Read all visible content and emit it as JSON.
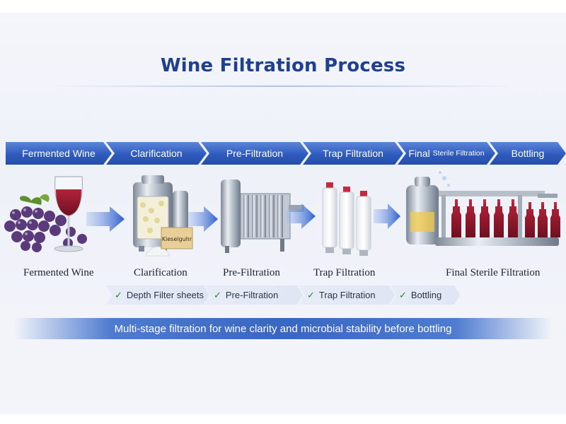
{
  "title": "Wine Filtration Process",
  "steps": [
    {
      "label": "Fermented Wine"
    },
    {
      "label": "Clarification"
    },
    {
      "label": "Pre-Filtration"
    },
    {
      "label": "Trap Filtration"
    },
    {
      "label_main": "Final",
      "label_small": "Sterile Filtration"
    },
    {
      "label": "Bottling"
    }
  ],
  "stage_labels": [
    "Fermented Wine",
    "Clarification",
    "Pre-Filtration",
    "Trap Filtration",
    "Final Sterile Filtration"
  ],
  "sub_items": [
    "Depth Filter sheets",
    "Pre-Filtration",
    "Trap Filtration",
    "Bottling"
  ],
  "box_label": "Kieselguhr",
  "footer": "Multi-stage filtration for wine clarity and microbial stability before bottling",
  "colors": {
    "title": "#1f3f8f",
    "chevron": "#2f5bbf",
    "arrow": "#3d6bd0",
    "wine": "#8e1b2c",
    "check": "#2f7a3a"
  },
  "icons": [
    "check-icon",
    "wine-glass-icon",
    "grapes-icon",
    "arrow-right-icon"
  ]
}
